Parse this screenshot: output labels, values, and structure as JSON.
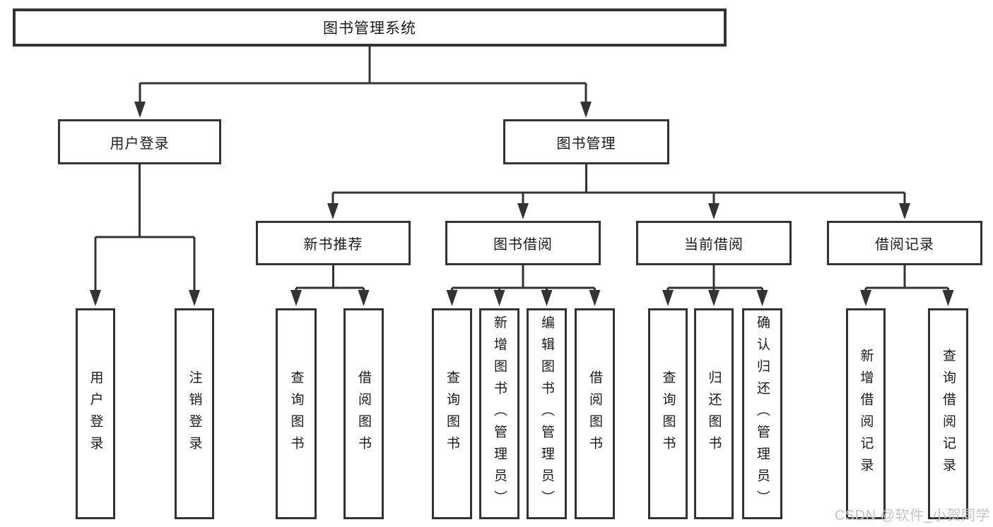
{
  "colors": {
    "background": "#ffffff",
    "box_border": "#333333",
    "connector": "#333333",
    "label_text": "#1a1a1a",
    "watermark_text": "#c4c4c4"
  },
  "diagram": {
    "root": {
      "label": "图书管理系统"
    },
    "level2": {
      "user_login": {
        "label": "用户登录"
      },
      "book_management": {
        "label": "图书管理"
      }
    },
    "level3": {
      "new_book_recommend": {
        "label": "新书推荐"
      },
      "book_borrow": {
        "label": "图书借阅"
      },
      "current_borrow": {
        "label": "当前借阅"
      },
      "borrow_records": {
        "label": "借阅记录"
      }
    },
    "leaves": {
      "user_login": {
        "label": "用户登录"
      },
      "logout": {
        "label": "注销登录"
      },
      "query_book_recommend": {
        "label": "查询图书"
      },
      "borrow_book_recommend": {
        "label": "借阅图书"
      },
      "query_book_borrow": {
        "label": "查询图书"
      },
      "add_book_admin": {
        "label": "新增图书（管理员）"
      },
      "edit_book_admin": {
        "label": "编辑图书（管理员）"
      },
      "borrow_book": {
        "label": "借阅图书"
      },
      "query_book_current": {
        "label": "查询图书"
      },
      "return_book": {
        "label": "归还图书"
      },
      "confirm_return_admin": {
        "label": "确认归还（管理员）"
      },
      "add_borrow_record": {
        "label": "新增借阅记录"
      },
      "query_borrow_record": {
        "label": "查询借阅记录"
      }
    }
  },
  "watermark": {
    "label": "CSDN @软件_小贺同学"
  }
}
